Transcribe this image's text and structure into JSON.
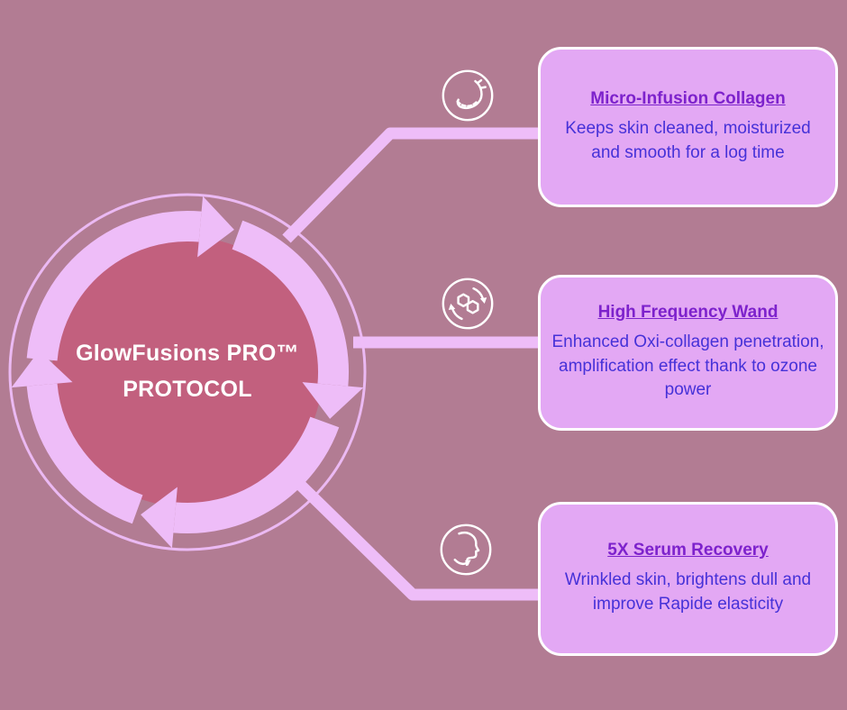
{
  "center": {
    "title_line1": "GlowFusions PRO™",
    "title_line2": "PROTOCOL"
  },
  "cards": [
    {
      "icon": "chin-contour-icon",
      "title": "Micro-Infusion Collagen",
      "body": "Keeps skin cleaned, moisturized and smooth for a log time"
    },
    {
      "icon": "molecule-cycle-icon",
      "title": "High Frequency Wand",
      "body": "Enhanced  Oxi-collagen penetration, amplification effect thank to ozone power"
    },
    {
      "icon": "face-profile-icon",
      "title": "5X Serum Recovery",
      "body": "Wrinkled skin, brightens dull and improve  Rapide elasticity"
    }
  ],
  "colors": {
    "background": "#b27c93",
    "hub": "#c2607e",
    "arrow": "#eebdf8",
    "card-bg": "#e3a8f4",
    "card-border": "#ffffff",
    "title-text": "#7d22cc",
    "body-text": "#4631d8",
    "center-text": "#ffffff",
    "icon": "#ffffff"
  }
}
